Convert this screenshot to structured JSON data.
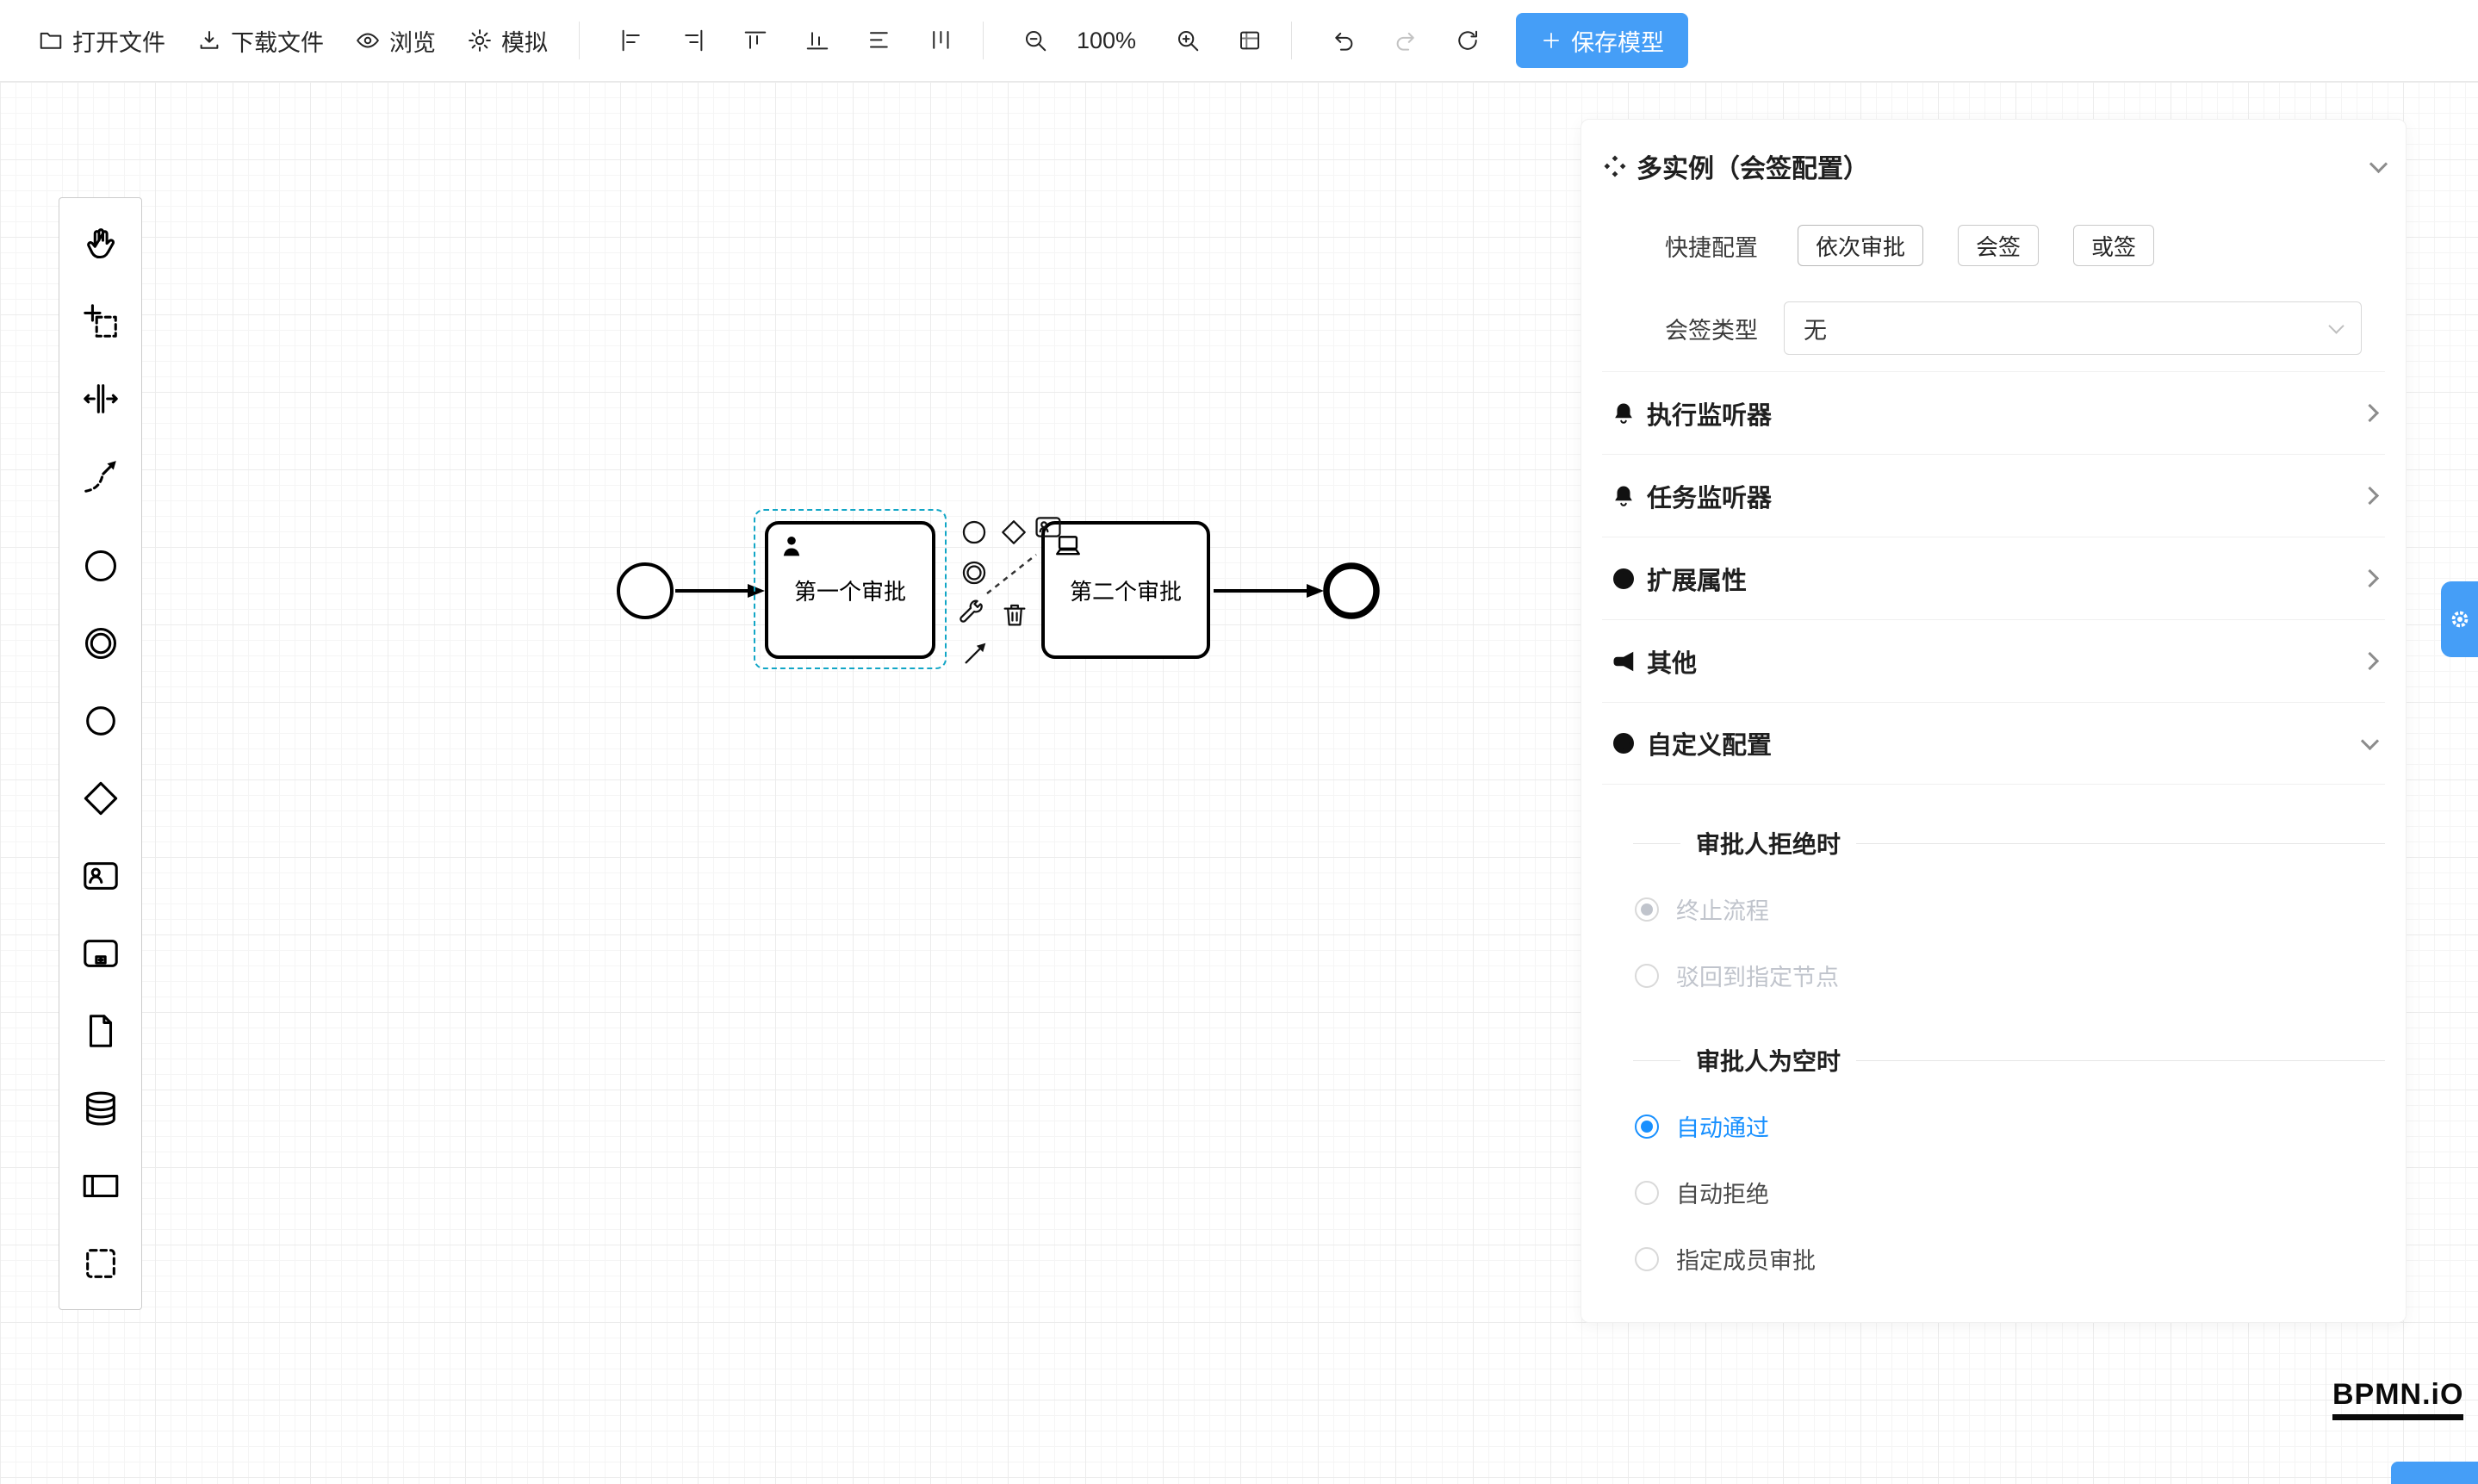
{
  "toolbar": {
    "open_file": "打开文件",
    "download_file": "下载文件",
    "preview": "浏览",
    "simulate": "模拟",
    "zoom_level": "100%",
    "save_model": "保存模型",
    "icons": [
      "folder-icon",
      "download-icon",
      "eye-icon",
      "simulate-gear-icon",
      "align-left-icon",
      "align-right-icon",
      "align-top-icon",
      "align-bottom-icon",
      "distribute-rows-icon",
      "distribute-columns-icon",
      "zoom-out-icon",
      "zoom-in-icon",
      "fit-viewport-icon",
      "undo-icon",
      "redo-icon",
      "refresh-icon",
      "plus-icon"
    ]
  },
  "palette": {
    "tools": [
      "hand-tool",
      "lasso-tool",
      "space-tool",
      "global-connect-tool"
    ],
    "elements": [
      "start-event",
      "intermediate-event",
      "end-event",
      "gateway",
      "user-task",
      "subprocess",
      "data-object",
      "data-store",
      "participant-pool",
      "group"
    ]
  },
  "diagram": {
    "task1_label": "第一个审批",
    "task2_label": "第二个审批"
  },
  "context_pad": [
    "append-end-event",
    "append-gateway",
    "append-user-task",
    "append-intermediate-event",
    "wrench-change-type",
    "trash-delete",
    "connect-arrow"
  ],
  "panel": {
    "title": "多实例（会签配置）",
    "quick_config_label": "快捷配置",
    "quick_options": [
      {
        "label": "依次审批"
      },
      {
        "label": "会签"
      },
      {
        "label": "或签"
      }
    ],
    "sign_type_label": "会签类型",
    "sign_type_value": "无",
    "sections": [
      {
        "label": "执行监听器",
        "icon": "bell-icon"
      },
      {
        "label": "任务监听器",
        "icon": "bell-icon"
      },
      {
        "label": "扩展属性",
        "icon": "plus-circle-icon"
      },
      {
        "label": "其他",
        "icon": "megaphone-icon"
      },
      {
        "label": "自定义配置",
        "icon": "plus-circle-icon"
      }
    ],
    "reject_group": {
      "title": "审批人拒绝时",
      "options": [
        {
          "label": "终止流程",
          "state": "selected-disabled"
        },
        {
          "label": "驳回到指定节点",
          "state": "disabled"
        }
      ]
    },
    "empty_group": {
      "title": "审批人为空时",
      "options": [
        {
          "label": "自动通过",
          "state": "selected"
        },
        {
          "label": "自动拒绝",
          "state": "unselected"
        },
        {
          "label": "指定成员审批",
          "state": "unselected"
        }
      ]
    }
  },
  "watermark": "BPMN.iO",
  "colors": {
    "primary_blue": "#459EF7",
    "radio_blue": "#1890FF",
    "selection_outline": "#12A6C6",
    "disabled_text": "#C0C4CC"
  }
}
